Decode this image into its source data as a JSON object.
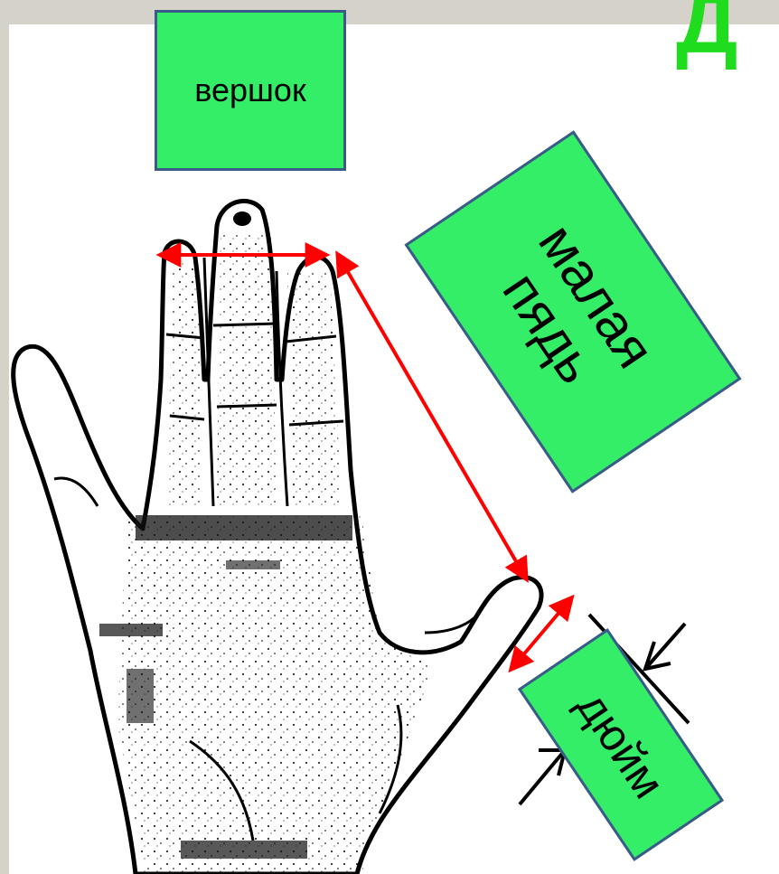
{
  "header": {
    "corner_title": "Д"
  },
  "labels": {
    "vershok": "вершок",
    "malaya_pyad": "малая пядь",
    "duim": "дюйм"
  },
  "colors": {
    "label_box_fill": "#33ee66",
    "label_box_border": "#3b5a8a",
    "arrow": "#ff0000",
    "title": "#1fdc1f",
    "frame": "#d5d2ca"
  },
  "icons": {
    "hand": "hand-illustration-icon",
    "measure": "double-arrow-icon"
  }
}
